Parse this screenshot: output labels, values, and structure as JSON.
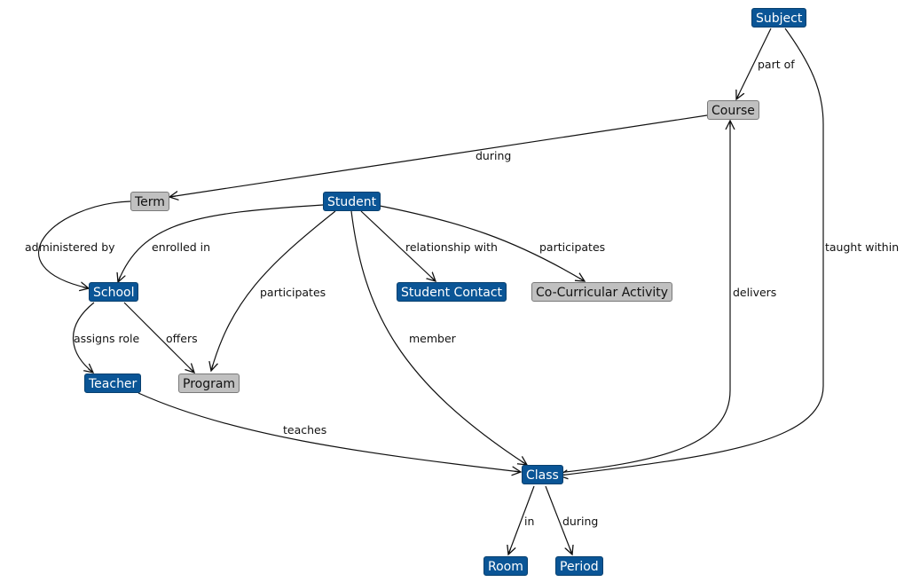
{
  "diagram": {
    "colors": {
      "entity": "#0a5596",
      "secondary": "#c0c0c0",
      "edge": "#111111"
    },
    "nodes": {
      "subject": "Subject",
      "course": "Course",
      "term": "Term",
      "student": "Student",
      "school": "School",
      "student_contact": "Student Contact",
      "co_curricular": "Co-Curricular Activity",
      "teacher": "Teacher",
      "program": "Program",
      "class": "Class",
      "room": "Room",
      "period": "Period"
    },
    "edges": {
      "subject_course": "part of",
      "course_term": "during",
      "term_school": "administered by",
      "student_school": "enrolled in",
      "student_program": "participates",
      "student_contact": "relationship with",
      "student_cocurricular": "participates",
      "student_class": "member",
      "class_course": "delivers",
      "subject_class": "taught within",
      "school_teacher": "assigns role",
      "school_program": "offers",
      "teacher_class": "teaches",
      "class_room": "in",
      "class_period": "during"
    }
  }
}
